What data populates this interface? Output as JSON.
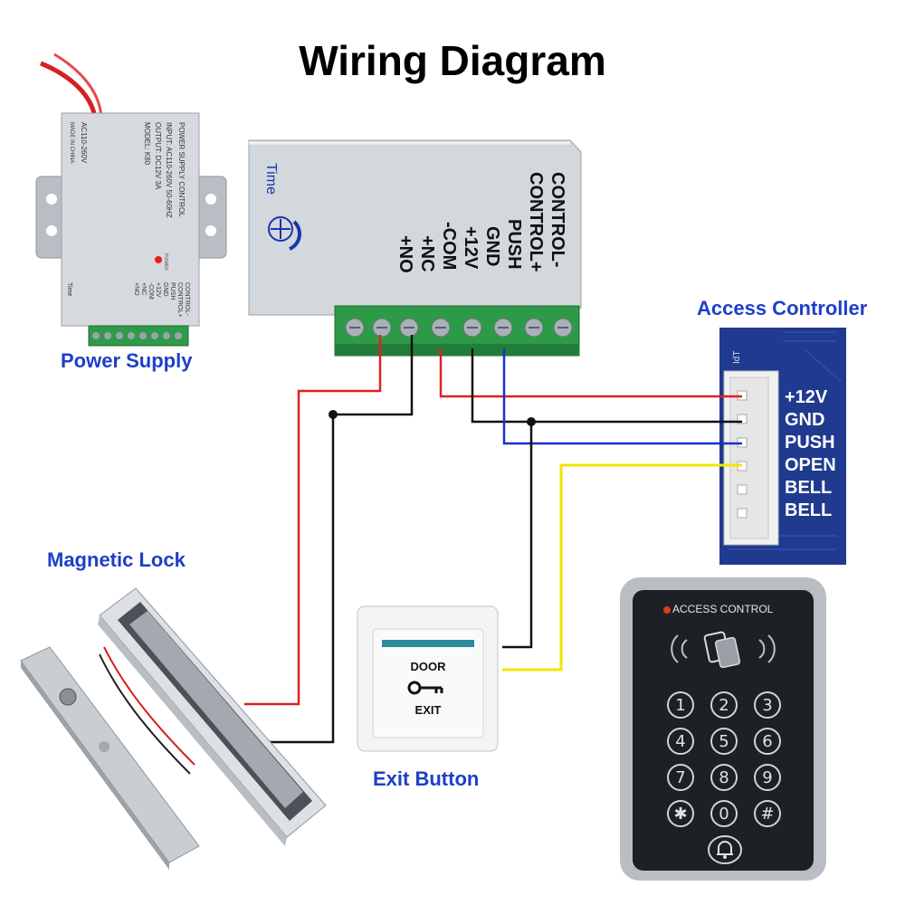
{
  "title": "Wiring Diagram",
  "labels": {
    "power_supply": "Power Supply",
    "access_controller": "Access Controller",
    "magnetic_lock": "Magnetic Lock",
    "exit_button": "Exit Button"
  },
  "small_psu": {
    "header": "POWER SUPPLY CONTROL",
    "input": "INPUT: AC110-260V 50-60HZ",
    "output": "OUTPUT: DC12V 3A",
    "model": "MODEL: K80",
    "ac": "AC110-260V",
    "made": "MADE IN CHINA",
    "power": "POWER",
    "time": "Time",
    "terminals": [
      "CONTROL-",
      "CONTROL+",
      "PUSH",
      "GND",
      "+12V",
      "-COM",
      "+NC",
      "+NO"
    ]
  },
  "big_psu": {
    "time": "Time",
    "terminals": [
      "CONTROL-",
      "CONTROL+",
      "PUSH",
      "GND",
      "+12V",
      "-COM",
      "+NC",
      "+NO"
    ]
  },
  "controller": {
    "pins": [
      "+12V",
      "GND",
      "PUSH",
      "OPEN",
      "BELL",
      "BELL"
    ],
    "board_mark": "IdT"
  },
  "exit_button": {
    "line1": "DOOR",
    "line2": "EXIT"
  },
  "keypad": {
    "header": "ACCESS CONTROL",
    "keys": [
      "1",
      "2",
      "3",
      "4",
      "5",
      "6",
      "7",
      "8",
      "9",
      "✱",
      "0",
      "#"
    ]
  },
  "wire_colors": {
    "red": "#e02020",
    "black": "#111111",
    "blue": "#1a2fd0",
    "yellow": "#f2e600"
  }
}
